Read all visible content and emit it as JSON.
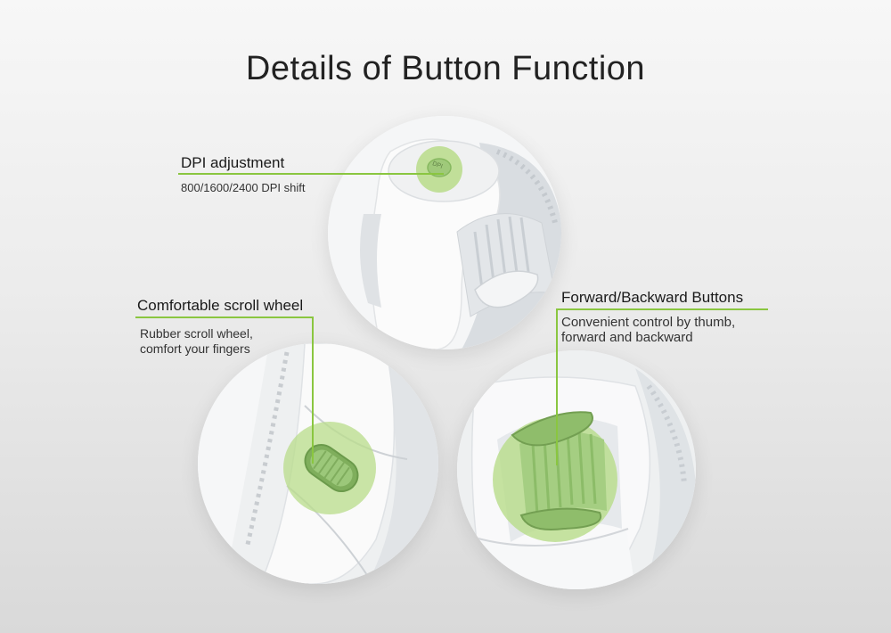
{
  "page": {
    "title": "Details of Button Function"
  },
  "callouts": {
    "dpi": {
      "heading": "DPI adjustment",
      "detail": "800/1600/2400 DPI shift"
    },
    "scroll": {
      "heading": "Comfortable scroll wheel",
      "detail_line1": "Rubber scroll wheel,",
      "detail_line2": "comfort your fingers"
    },
    "buttons": {
      "heading": "Forward/Backward Buttons",
      "detail_line1": "Convenient control by thumb,",
      "detail_line2": "forward and backward"
    }
  },
  "dpi_button_label": "DPI",
  "colors": {
    "accent_green": "#8ac640",
    "highlight_green": "#b8dc8a",
    "button_green": "#9fc97a",
    "mouse_white": "#f2f3f4",
    "mouse_grey": "#d3d7db"
  }
}
